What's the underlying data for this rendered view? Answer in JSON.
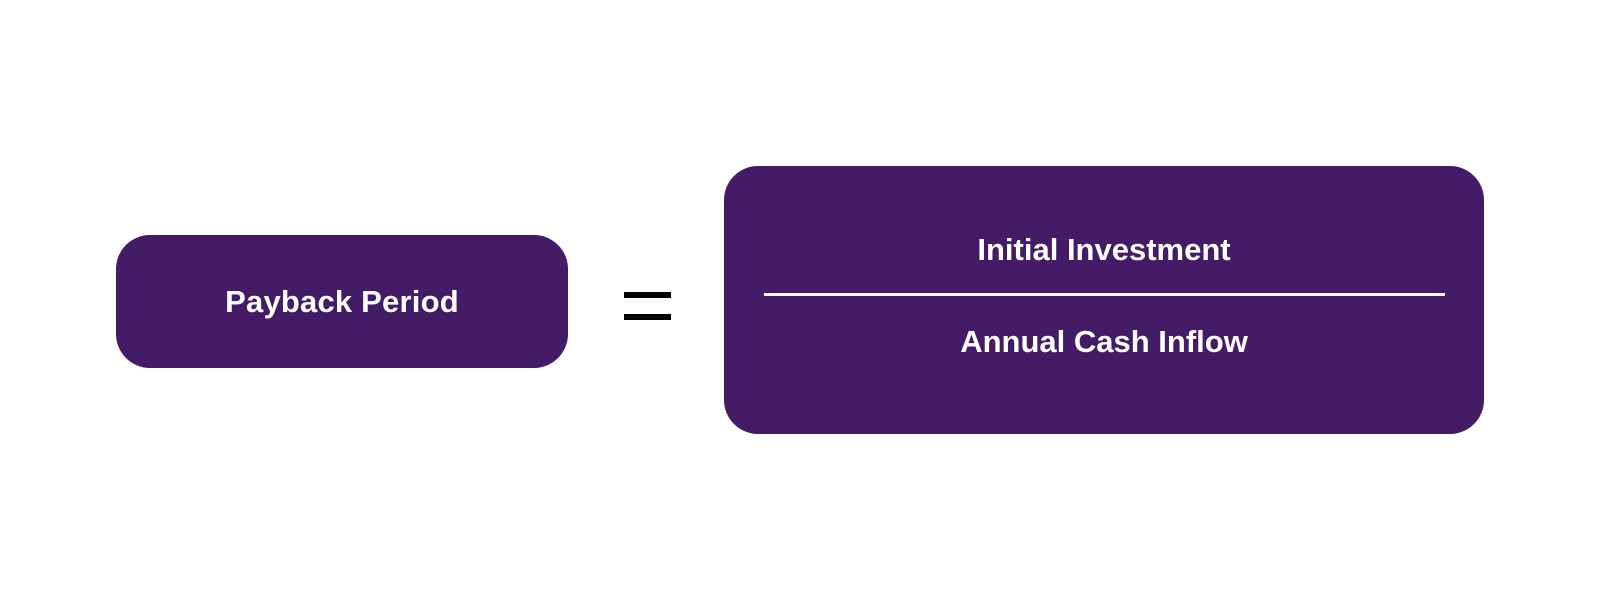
{
  "formula": {
    "lhs_label": "Payback Period",
    "operator": "=",
    "numerator": "Initial Investment",
    "denominator": "Annual Cash Inflow"
  },
  "colors": {
    "box_fill": "#441b66",
    "box_text": "#ffffff",
    "operator": "#000000",
    "background": "#ffffff"
  }
}
